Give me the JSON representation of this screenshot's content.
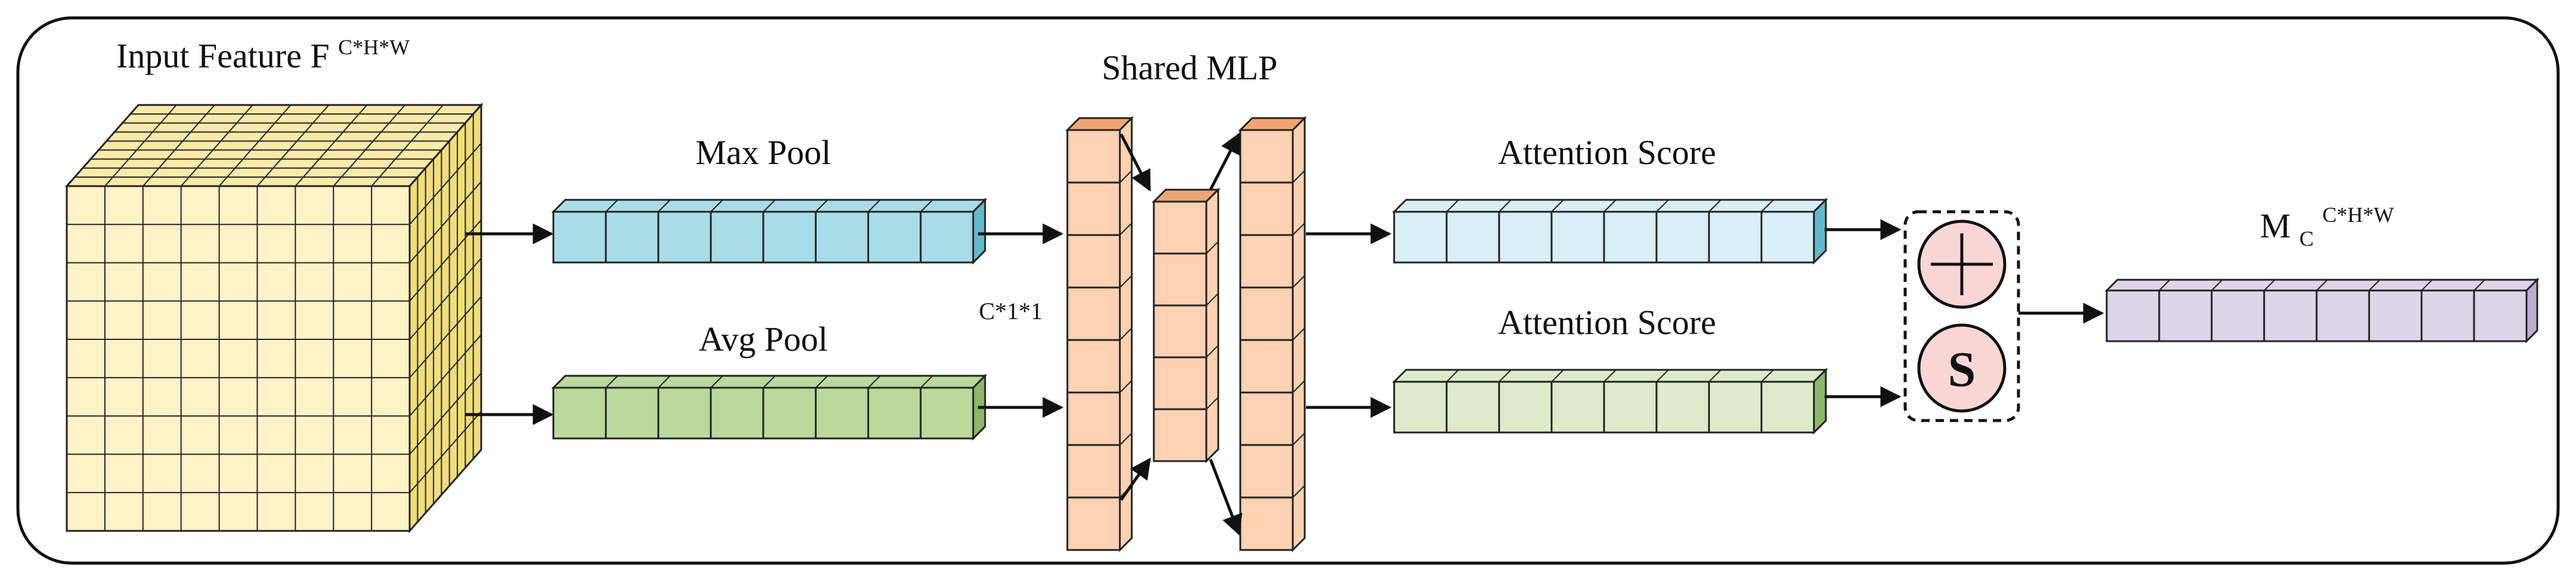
{
  "title": {
    "main": "Input Feature F",
    "superscript": "C*H*W"
  },
  "max_pool_label": "Max Pool",
  "avg_pool_label": "Avg Pool",
  "shared_mlp_label": "Shared MLP",
  "mlp_dim_label": "C*1*1",
  "attention_top_label": "Attention Score",
  "attention_bottom_label": "Attention Score",
  "output": {
    "main": "M",
    "subscript": "C",
    "superscript": "C*H*W"
  },
  "fusion": {
    "add_symbol": "+",
    "sigmoid_symbol": "S"
  },
  "colors": {
    "cube_front": "#fdf3c6",
    "cube_top": "#fbeaa8",
    "cube_side": "#f3dd7a",
    "maxpool_fill": "#a8dde8",
    "maxpool_side": "#63b9cc",
    "avgpool_fill": "#bad99a",
    "avgpool_side": "#8cb86a",
    "mlp_fill": "#fcd2b2",
    "mlp_side": "#f0a673",
    "attn_top_fill": "#d8eff5",
    "attn_bottom_fill": "#dcebc9",
    "output_fill": "#ddd6e8",
    "fusion_circle": "#f8d6d3",
    "border": "#222222"
  }
}
